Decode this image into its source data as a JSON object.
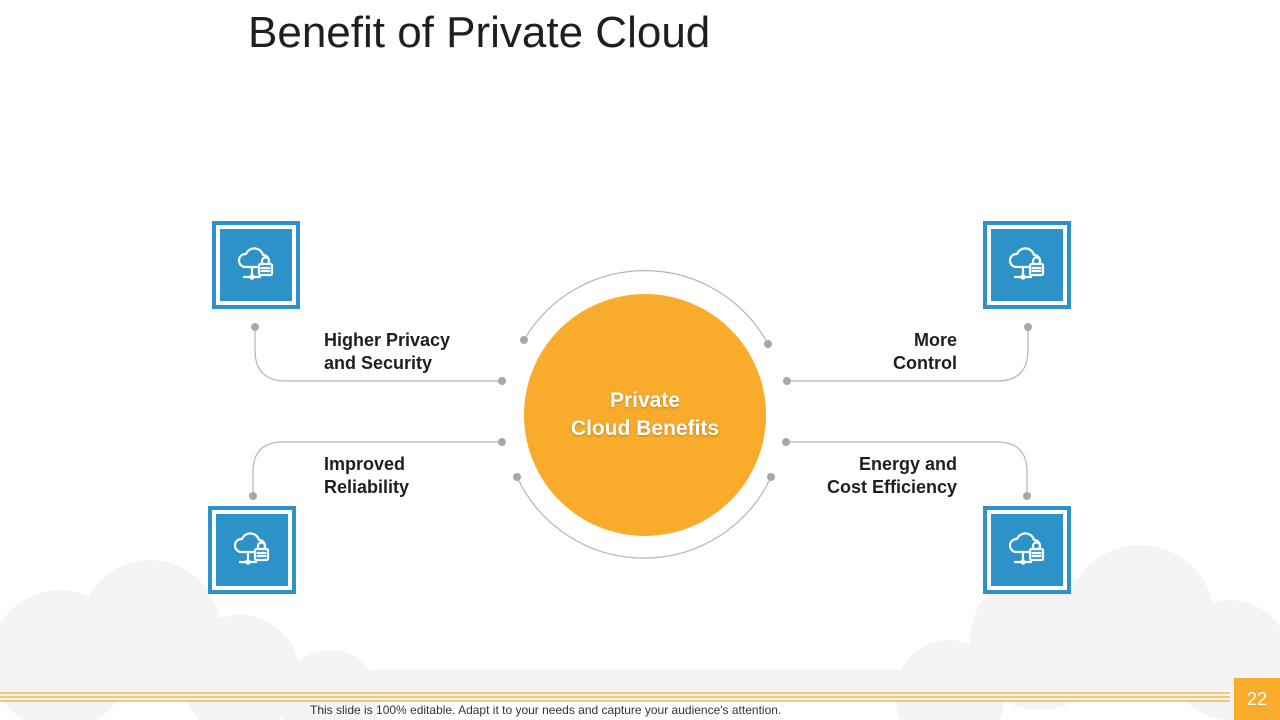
{
  "slide": {
    "title": "Benefit of Private Cloud",
    "center": {
      "line1": "Private",
      "line2": "Cloud Benefits"
    },
    "benefits": [
      {
        "line1": "Higher Privacy",
        "line2": "and Security",
        "icon": "cloud-lock-icon"
      },
      {
        "line1": "More",
        "line2": "Control",
        "icon": "cloud-lock-icon"
      },
      {
        "line1": "Improved",
        "line2": "Reliability",
        "icon": "cloud-lock-icon"
      },
      {
        "line1": "Energy and",
        "line2": "Cost Efficiency",
        "icon": "cloud-lock-icon"
      }
    ],
    "footer": "This slide is 100% editable. Adapt it to your needs and capture your audience's attention.",
    "page_number": "22"
  },
  "colors": {
    "accent_orange": "#f9ab2c",
    "icon_blue": "#2d92c8",
    "connector_gray": "#b5b5b5"
  }
}
